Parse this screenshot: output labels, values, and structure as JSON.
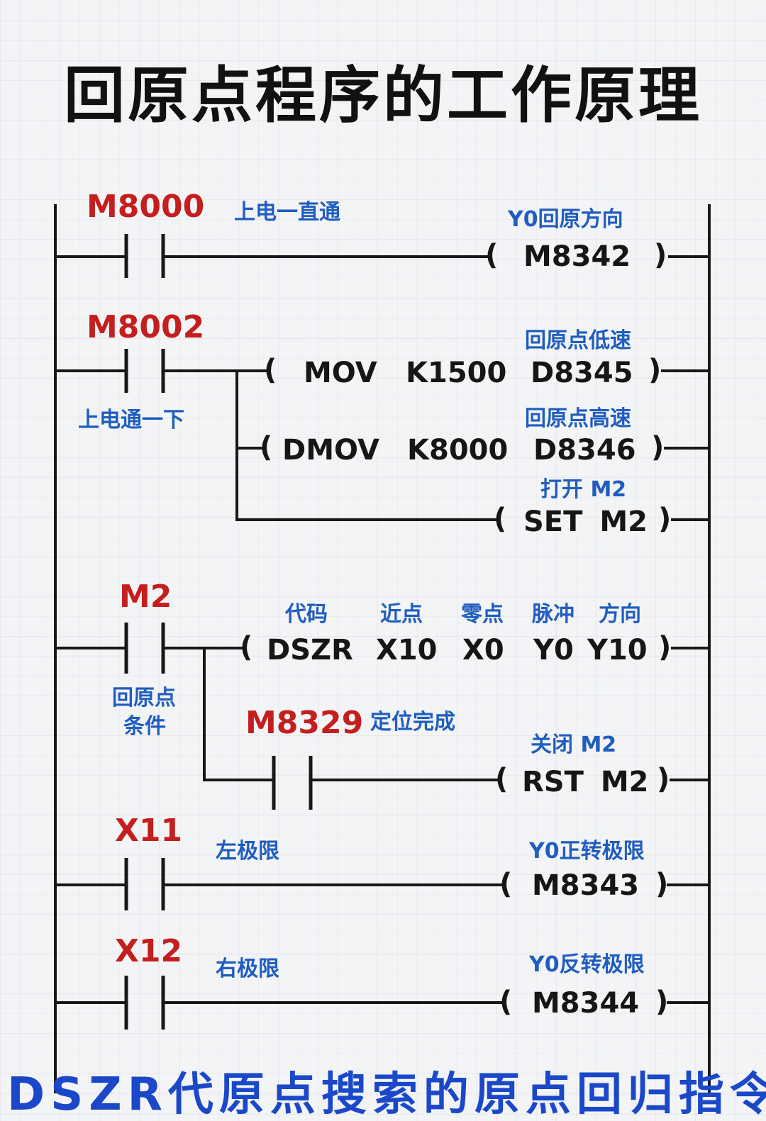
{
  "title": "回原点程序的工作原理",
  "footer": "DSZR代原点搜索的原点回归指令",
  "rung1": {
    "contact": "M8000",
    "contact_note": "上电一直通",
    "coil_note": "Y0回原方向",
    "coil": "M8342"
  },
  "rung2": {
    "contact": "M8002",
    "contact_note": "上电通一下",
    "out1": {
      "note": "回原点低速",
      "op": "MOV",
      "src": "K1500",
      "dst": "D8345"
    },
    "out2": {
      "note": "回原点高速",
      "op": "DMOV",
      "src": "K8000",
      "dst": "D8346"
    },
    "out3": {
      "note": "打开 M2",
      "text": "SET M2"
    }
  },
  "rung3": {
    "contact": "M2",
    "contact_note": [
      "回原点",
      "条件"
    ],
    "instr": {
      "op": "DSZR",
      "a": "X10",
      "b": "X0",
      "c": "Y0",
      "d": "Y10"
    },
    "labels": {
      "op": "代码",
      "a": "近点",
      "b": "零点",
      "c": "脉冲",
      "d": "方向"
    },
    "sub": {
      "contact": "M8329",
      "contact_note": "定位完成",
      "coil_note": "关闭 M2",
      "coil": "RST M2"
    }
  },
  "rung4": {
    "contact": "X11",
    "contact_note": "左极限",
    "coil_note": "Y0正转极限",
    "coil": "M8343"
  },
  "rung5": {
    "contact": "X12",
    "contact_note": "右极限",
    "coil_note": "Y0反转极限",
    "coil": "M8344"
  }
}
